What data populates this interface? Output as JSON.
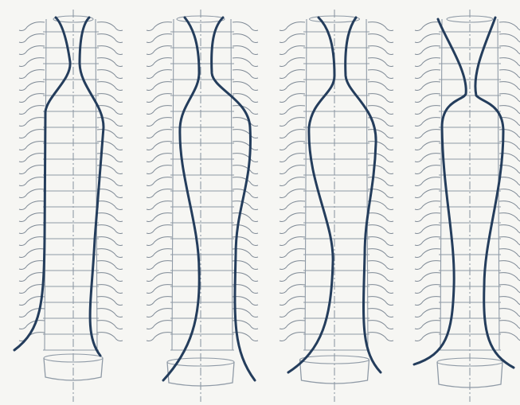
{
  "figure": {
    "panel_count": 4,
    "colors": {
      "paper": "#f6f6f3",
      "grid_lines": "#8f9aa6",
      "rib_lines": "#7f8a96",
      "bold_outline": "#243d5c"
    },
    "panels": [
      {
        "id": "panel-1"
      },
      {
        "id": "panel-2"
      },
      {
        "id": "panel-3"
      },
      {
        "id": "panel-4"
      }
    ]
  }
}
